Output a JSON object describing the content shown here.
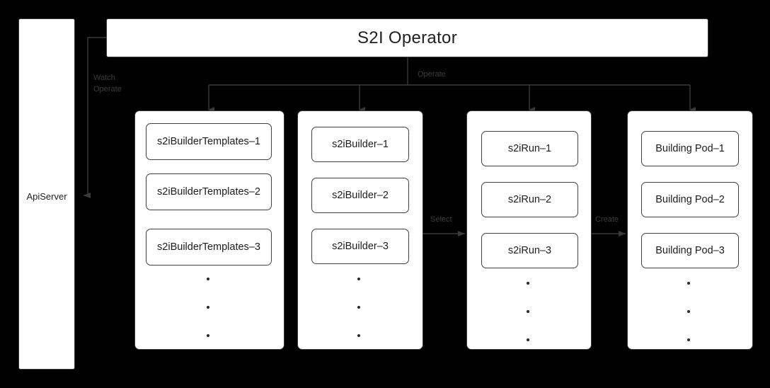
{
  "diagram": {
    "background_color": "#000000",
    "box_fill": "#ffffff",
    "box_stroke": "#3a3a3a",
    "label_color": "#3d3d3d",
    "title": "S2I Operator",
    "apiserver": {
      "label": "ApiServer"
    },
    "edges": [
      {
        "name": "watch-operate",
        "label": "Watch\nOperate"
      },
      {
        "name": "operate",
        "label": "Operate"
      },
      {
        "name": "select",
        "label": "Select"
      },
      {
        "name": "create",
        "label": "Create"
      }
    ],
    "columns": [
      {
        "name": "s2ibuildertemplates",
        "items": [
          "s2iBuilderTemplates–1",
          "s2iBuilderTemplates–2",
          "s2iBuilderTemplates–3"
        ],
        "ellipsis_dots": 3
      },
      {
        "name": "s2ibuilder",
        "items": [
          "s2iBuilder–1",
          "s2iBuilder–2",
          "s2iBuilder–3"
        ],
        "ellipsis_dots": 3
      },
      {
        "name": "s2irun",
        "items": [
          "s2iRun–1",
          "s2iRun–2",
          "s2iRun–3"
        ],
        "ellipsis_dots": 3
      },
      {
        "name": "building-pod",
        "items": [
          "Building Pod–1",
          "Building Pod–2",
          "Building Pod–3"
        ],
        "ellipsis_dots": 3
      }
    ]
  }
}
